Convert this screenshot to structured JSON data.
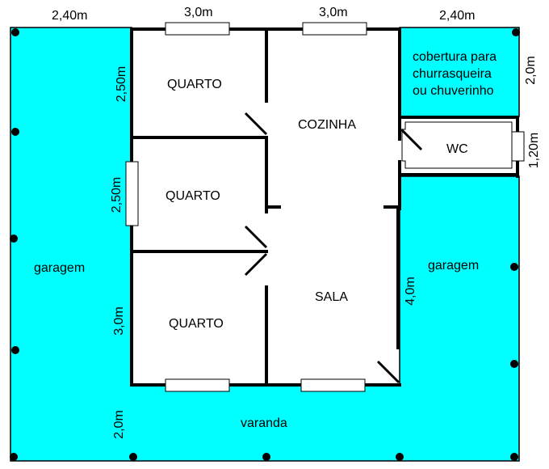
{
  "colors": {
    "area_fill": "#00ffff",
    "wall": "#000000",
    "background": "#ffffff"
  },
  "rooms": {
    "quarto_top": "QUARTO",
    "quarto_mid": "QUARTO",
    "quarto_bottom": "QUARTO",
    "cozinha": "COZINHA",
    "sala": "SALA",
    "wc": "WC"
  },
  "areas": {
    "garagem_left": "garagem",
    "garagem_right": "garagem",
    "varanda": "varanda",
    "cobertura": "cobertura para\nchurrasqueira\nou chuverinho"
  },
  "dimensions": {
    "top_left_width": "2,40m",
    "top_quarto_width": "3,0m",
    "top_cozinha_width": "3,0m",
    "top_right_width": "2,40m",
    "quarto_top_height": "2,50m",
    "quarto_mid_height": "2,50m",
    "quarto_bottom_height": "3,0m",
    "varanda_depth": "2,0m",
    "cobertura_height": "2,0m",
    "wc_height": "1,20m",
    "sala_wall_height": "4,0m"
  }
}
